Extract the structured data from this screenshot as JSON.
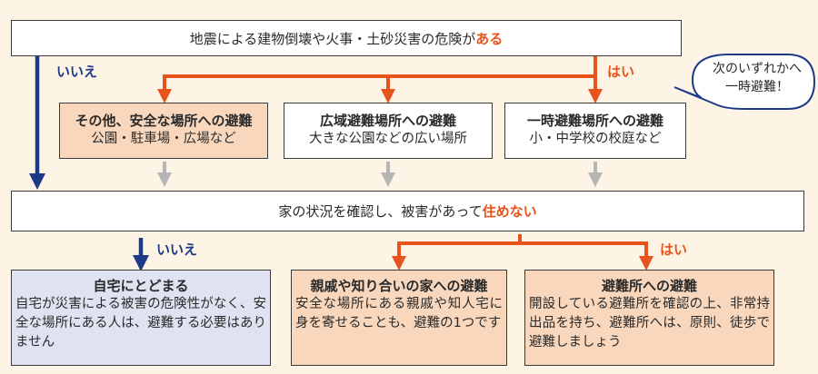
{
  "top": {
    "text": "地震による建物倒壊や火事・土砂災害の危険が",
    "emph": "ある"
  },
  "labels": {
    "no1": "いいえ",
    "yes1": "はい",
    "no2": "いいえ",
    "yes2": "はい"
  },
  "bubble": {
    "line1": "次のいずれかへ",
    "line2": "一時避難！"
  },
  "options": [
    {
      "title": "その他、安全な場所への避難",
      "sub": "公園・駐車場・広場など"
    },
    {
      "title": "広域避難場所への避難",
      "sub": "大きな公園などの広い場所"
    },
    {
      "title": "一時避難場所への避難",
      "sub": "小・中学校の校庭など"
    }
  ],
  "middle": {
    "text": "家の状況を確認し、被害があって",
    "emph": "住めない"
  },
  "results": [
    {
      "title": "自宅にとどまる",
      "body": "自宅が災害による被害の危険性がなく、安全な場所にある人は、避難する必要はありません"
    },
    {
      "title": "親戚や知り合いの家への避難",
      "body": "安全な場所にある親戚や知人宅に身を寄せることも、避難の1つです"
    },
    {
      "title": "避難所への避難",
      "body": "開設している避難所を確認の上、非常持出品を持ち、避難所へは、原則、徒歩で避難しましょう"
    }
  ],
  "colors": {
    "navy": "#1c3a87",
    "orange": "#e8531c",
    "gray": "#b5b5b5",
    "peach": "#f8d7bd",
    "lavender": "#dfe3f1"
  }
}
